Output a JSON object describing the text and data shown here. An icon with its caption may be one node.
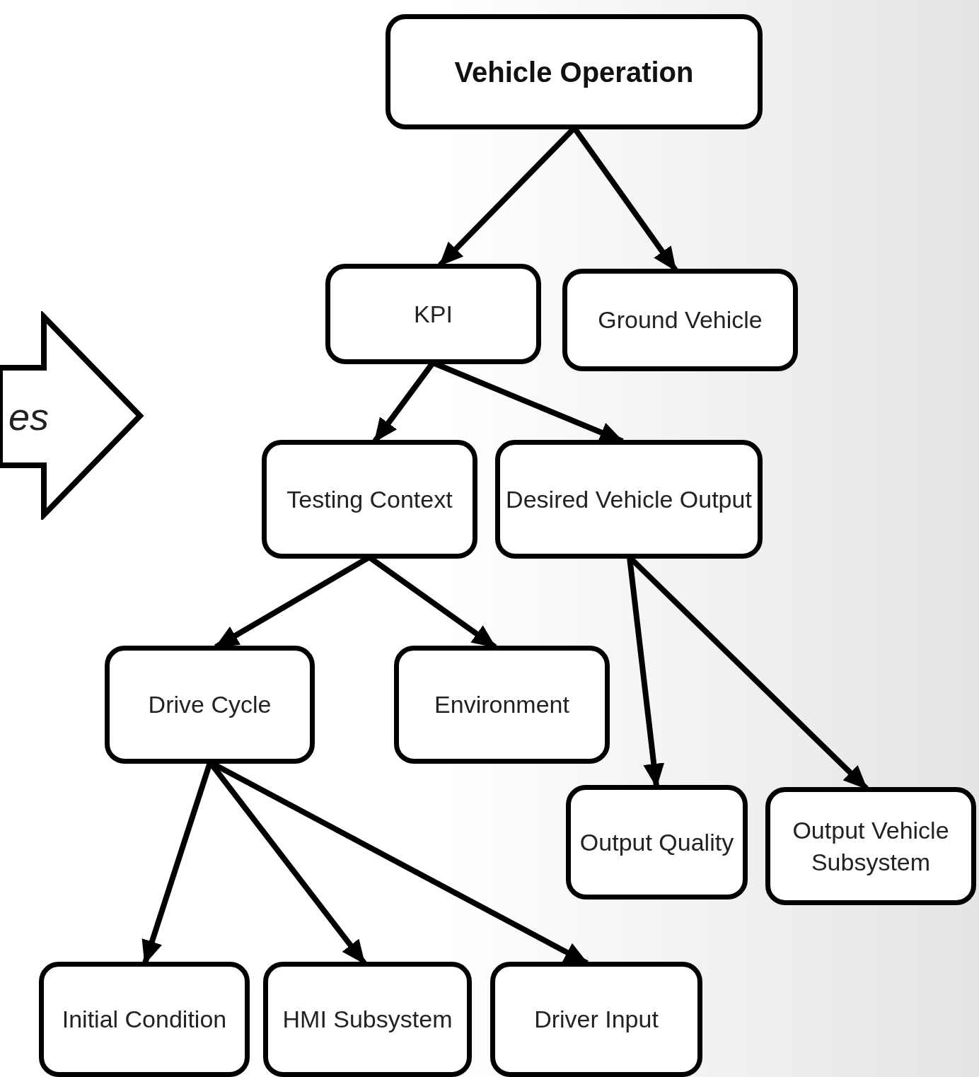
{
  "diagram": {
    "nodes": [
      {
        "text": [
          "Vehicle Operation"
        ]
      },
      {
        "text": [
          "KPI"
        ]
      },
      {
        "text": [
          "Ground Vehicle"
        ]
      },
      {
        "text": [
          "Testing Context"
        ]
      },
      {
        "text": [
          "Desired Vehicle Output"
        ]
      },
      {
        "text": [
          "Drive Cycle"
        ]
      },
      {
        "text": [
          "Environment"
        ]
      },
      {
        "text": [
          "Output Quality"
        ]
      },
      {
        "text": [
          "Output Vehicle Subsystem"
        ]
      },
      {
        "text": [
          "Initial Condition"
        ]
      },
      {
        "text": [
          "HMI Subsystem"
        ]
      },
      {
        "text": [
          "Driver Input"
        ]
      },
      {
        "text": [
          "es"
        ]
      }
    ],
    "edges": [
      {
        "from": 0,
        "to": 1,
        "arrow": "to"
      },
      {
        "from": 0,
        "to": 2,
        "arrow": "to"
      },
      {
        "from": 1,
        "to": 3,
        "arrow": "to"
      },
      {
        "from": 1,
        "to": 4,
        "arrow": "to"
      },
      {
        "from": 3,
        "to": 5,
        "arrow": "to"
      },
      {
        "from": 3,
        "to": 6,
        "arrow": "to"
      },
      {
        "from": 4,
        "to": 7,
        "arrow": "to"
      },
      {
        "from": 4,
        "to": 8,
        "arrow": "to"
      },
      {
        "from": 5,
        "to": 9,
        "arrow": "to"
      },
      {
        "from": 5,
        "to": 10,
        "arrow": "to"
      },
      {
        "from": 5,
        "to": 11,
        "arrow": "to"
      }
    ]
  }
}
